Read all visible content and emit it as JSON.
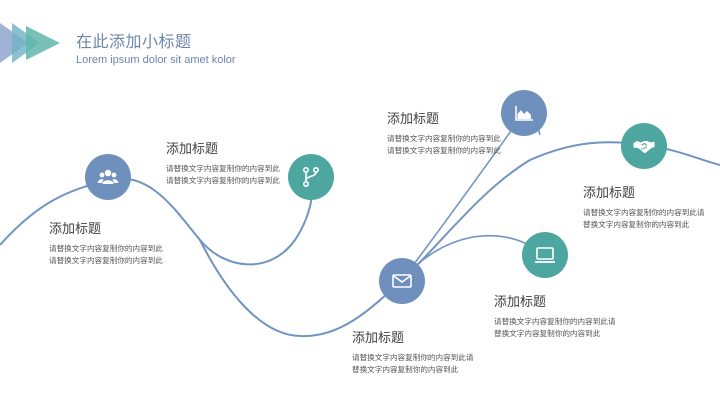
{
  "header": {
    "title": "在此添加小标题",
    "subtitle": "Lorem ipsum dolor sit amet kolor"
  },
  "colors": {
    "accent_blue": "#6f8fbd",
    "accent_teal": "#4da6a0",
    "curve": "#7195c2",
    "title": "#6d86a8"
  },
  "items": [
    {
      "icon": "users-icon",
      "title": "添加标题",
      "body": "请替换文字内容复制你的内容到此请替换文字内容复制你的内容到此"
    },
    {
      "icon": "branch-icon",
      "title": "添加标题",
      "body": "请替换文字内容复制你的内容到此请替换文字内容复制你的内容到此"
    },
    {
      "icon": "envelope-icon",
      "title": "添加标题",
      "body": "请替换文字内容复制你的内容到此请替换文字内容复制你的内容到此"
    },
    {
      "icon": "area-chart-icon",
      "title": "添加标题",
      "body": "请替换文字内容复制你的内容到此请替换文字内容复制你的内容到此"
    },
    {
      "icon": "monitor-icon",
      "title": "添加标题",
      "body": "请替换文字内容复制你的内容到此请替换文字内容复制你的内容到此"
    },
    {
      "icon": "handshake-icon",
      "title": "添加标题",
      "body": "请替换文字内容复制你的内容到此请替换文字内容复制你的内容到此"
    }
  ]
}
